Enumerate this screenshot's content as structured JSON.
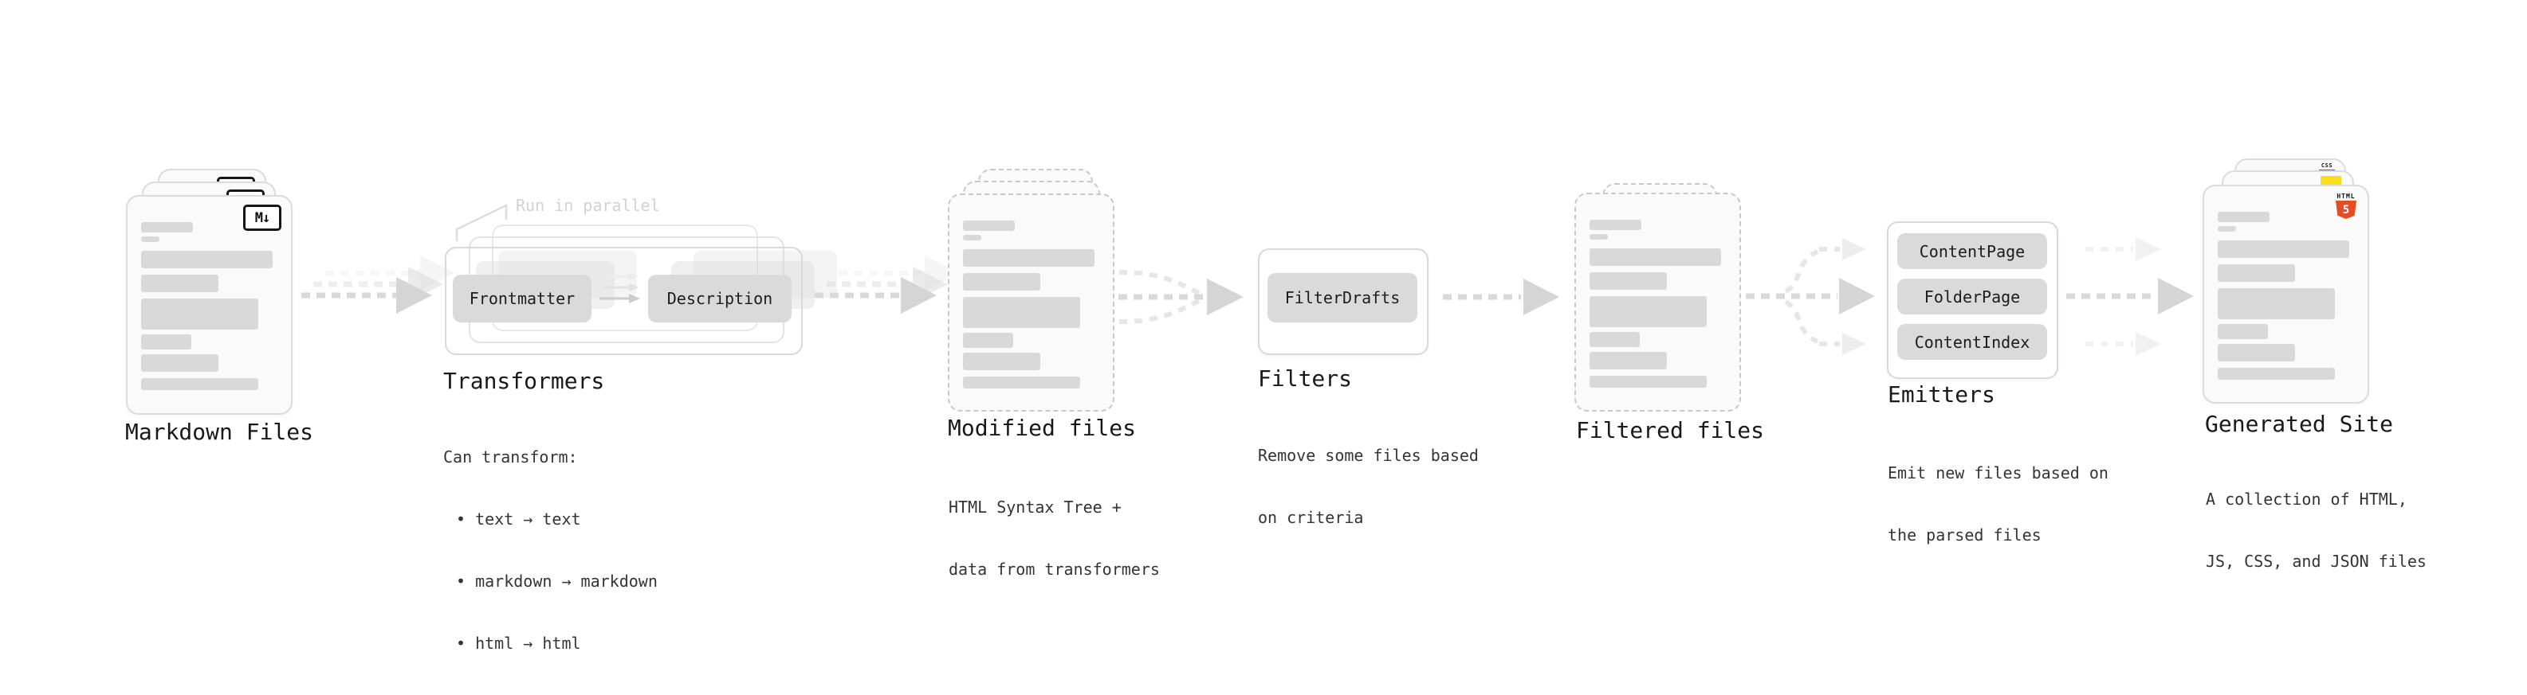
{
  "stages": {
    "markdown": {
      "title": "Markdown Files"
    },
    "transformers": {
      "title": "Transformers",
      "annotation": "Run in parallel",
      "button_frontmatter": "Frontmatter",
      "button_description": "Description",
      "desc_heading": "Can transform:",
      "bullets": [
        "• text → text",
        "• markdown → markdown",
        "• html → html"
      ]
    },
    "modified": {
      "title": "Modified files",
      "desc_line1": "HTML Syntax Tree +",
      "desc_line2": "data from transformers"
    },
    "filters": {
      "title": "Filters",
      "button_filterdrafts": "FilterDrafts",
      "desc_line1": "Remove some files based",
      "desc_line2": "on criteria"
    },
    "filtered": {
      "title": "Filtered files"
    },
    "emitters": {
      "title": "Emitters",
      "buttons": [
        "ContentPage",
        "FolderPage",
        "ContentIndex"
      ],
      "desc_line1": "Emit new files based on",
      "desc_line2": "the parsed files"
    },
    "generated": {
      "title": "Generated Site",
      "desc_line1": "A collection of HTML,",
      "desc_line2": "JS, CSS, and JSON files"
    }
  },
  "icons": {
    "markdown_badge": "M↓",
    "html5_label": "HTML",
    "html5_number": "5",
    "css_label": "CSS"
  },
  "colors": {
    "arrow_gray": "#d9d9d9",
    "card_border": "#dcdcdc",
    "button_gray": "#dadada",
    "html5_orange": "#e44d26",
    "css_blue": "#2965f1",
    "js_yellow": "#f7df1e"
  }
}
